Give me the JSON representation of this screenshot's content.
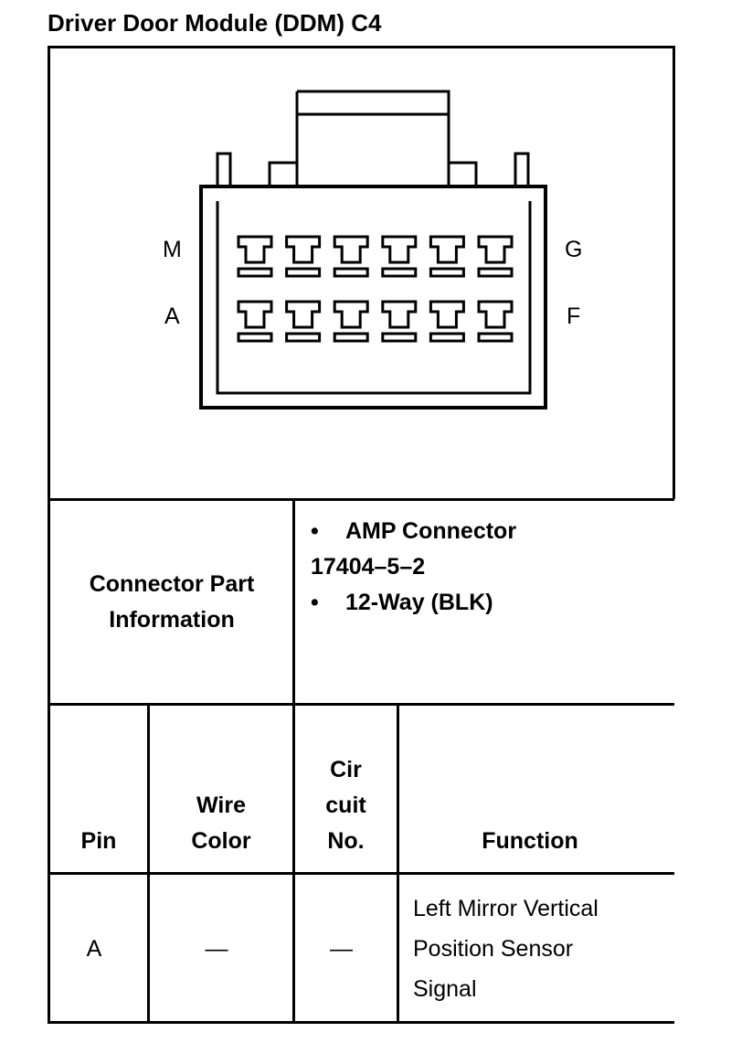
{
  "title": "Driver Door Module (DDM) C4",
  "connector": {
    "label_top_left": "M",
    "label_bottom_left": "A",
    "label_top_right": "G",
    "label_bottom_right": "F",
    "rows": 2,
    "cavities_per_row": 6
  },
  "part_info": {
    "label_line1": "Connector Part",
    "label_line2": "Information",
    "bullet_char": "•",
    "item1": "AMP Connector",
    "item1_cont": "17404–5–2",
    "item2": "12-Way (BLK)"
  },
  "table": {
    "headers": {
      "pin": "Pin",
      "wire_line1": "Wire",
      "wire_line2": "Color",
      "circuit_line1": "Cir",
      "circuit_line2": "cuit",
      "circuit_line3": "No.",
      "function": "Function"
    },
    "rows": [
      {
        "pin": "A",
        "wire_color": "—",
        "circuit": "—",
        "function_line1": "Left Mirror Vertical",
        "function_line2": "Position Sensor",
        "function_line3": "Signal"
      }
    ]
  }
}
